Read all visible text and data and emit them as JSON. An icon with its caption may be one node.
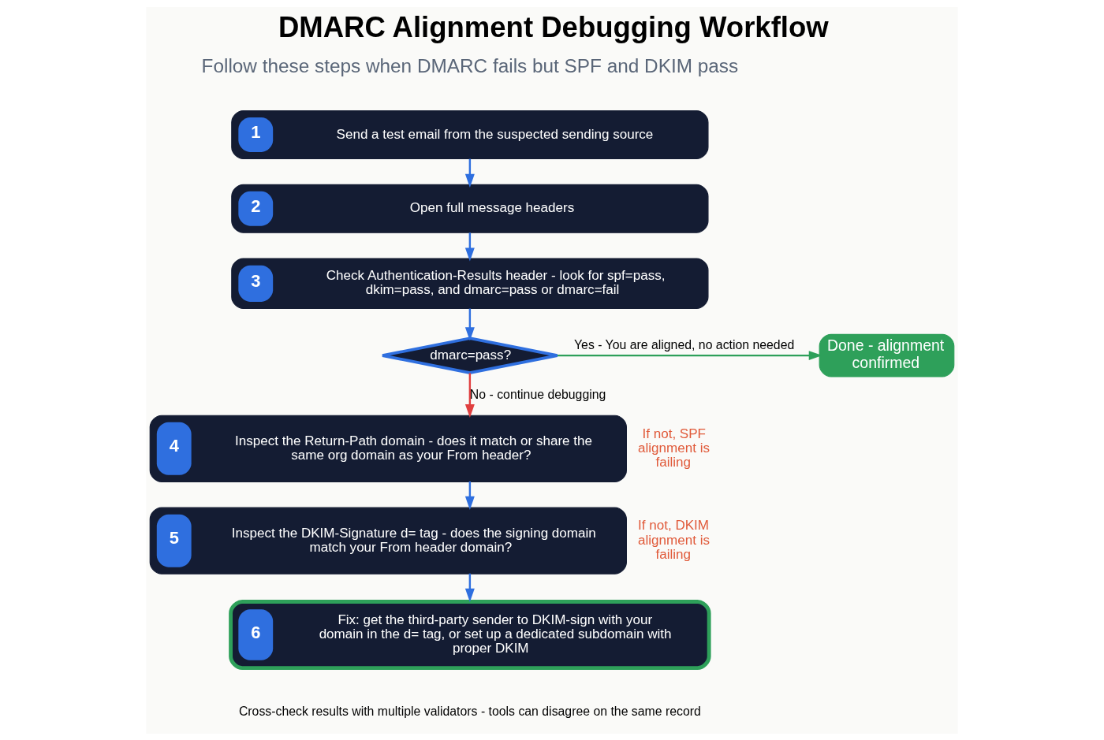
{
  "diagram": {
    "title": "DMARC Alignment Debugging Workflow",
    "caption": "Cross-check results with multiple validators - tools can disagree on the same record",
    "nodes": [
      {
        "text": [
          "1",
          "Send a test email from the suspected sending source"
        ]
      },
      {
        "text": [
          "2",
          "Open full message headers"
        ]
      },
      {
        "text": [
          "3",
          "Check Authentication-Results header - look for spf=pass, dkim=pass, and dmarc=pass or dmarc=fail"
        ]
      },
      {
        "text": [
          "dmarc=pass?"
        ]
      },
      {
        "text": [
          "Done - alignment confirmed"
        ]
      },
      {
        "text": [
          "4",
          "Inspect the Return-Path domain - does it match or share the same org domain as your From header?"
        ],
        "beside": [
          "If not, SPF alignment is failing"
        ]
      },
      {
        "text": [
          "5",
          "Inspect the DKIM-Signature d= tag - does the signing domain match your From header domain?"
        ],
        "beside": [
          "If not, DKIM alignment is failing"
        ]
      },
      {
        "text": [
          "6",
          "Fix: get the third-party sender to DKIM-sign with your domain in the d= tag, or set up a dedicated subdomain with proper DKIM"
        ]
      }
    ],
    "edges": [
      {
        "from": 0,
        "to": 1,
        "arrow": "to"
      },
      {
        "from": 1,
        "to": 2,
        "arrow": "to"
      },
      {
        "from": 2,
        "to": 3,
        "arrow": "to"
      },
      {
        "from": 3,
        "to": 4,
        "arrow": "to",
        "label": "Yes - You are aligned, no action needed",
        "color": "#2ea05a"
      },
      {
        "from": 3,
        "to": 5,
        "arrow": "to",
        "label": "No - continue debugging",
        "color": "#e04040"
      },
      {
        "from": 5,
        "to": 6,
        "arrow": "to"
      },
      {
        "from": 6,
        "to": 7,
        "arrow": "to"
      }
    ],
    "labels": [
      "Follow these steps when DMARC fails but SPF and DKIM pass"
    ]
  }
}
